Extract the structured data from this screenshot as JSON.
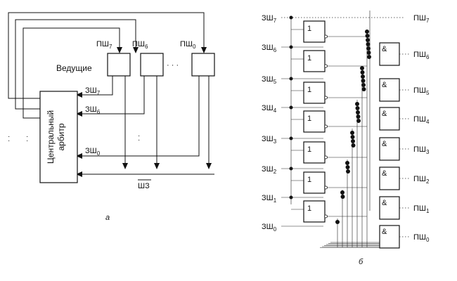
{
  "panel_a": {
    "caption": "а",
    "masters_label": "Ведущие",
    "arbiter_label_line1": "Центральный",
    "arbiter_label_line2": "арбитр",
    "grant_labels": [
      {
        "base": "ПШ",
        "sub": "7"
      },
      {
        "base": "ПШ",
        "sub": "6"
      },
      {
        "base": "ПШ",
        "sub": "0"
      }
    ],
    "request_labels": [
      {
        "base": "ЗШ",
        "sub": "7"
      },
      {
        "base": "ЗШ",
        "sub": "6"
      },
      {
        "base": "ЗШ",
        "sub": "0"
      }
    ],
    "busy_label": "ШЗ",
    "ellipsis": "· · ·"
  },
  "panel_b": {
    "caption": "б",
    "or_gate_symbol": "1",
    "and_gate_symbol": "&",
    "request_labels": [
      {
        "base": "ЗШ",
        "sub": "7"
      },
      {
        "base": "ЗШ",
        "sub": "6"
      },
      {
        "base": "ЗШ",
        "sub": "5"
      },
      {
        "base": "ЗШ",
        "sub": "4"
      },
      {
        "base": "ЗШ",
        "sub": "3"
      },
      {
        "base": "ЗШ",
        "sub": "2"
      },
      {
        "base": "ЗШ",
        "sub": "1"
      },
      {
        "base": "ЗШ",
        "sub": "0"
      }
    ],
    "grant_labels": [
      {
        "base": "ПШ",
        "sub": "7"
      },
      {
        "base": "ПШ",
        "sub": "6"
      },
      {
        "base": "ПШ",
        "sub": "5"
      },
      {
        "base": "ПШ",
        "sub": "4"
      },
      {
        "base": "ПШ",
        "sub": "3"
      },
      {
        "base": "ПШ",
        "sub": "2"
      },
      {
        "base": "ПШ",
        "sub": "1"
      },
      {
        "base": "ПШ",
        "sub": "0"
      }
    ]
  }
}
